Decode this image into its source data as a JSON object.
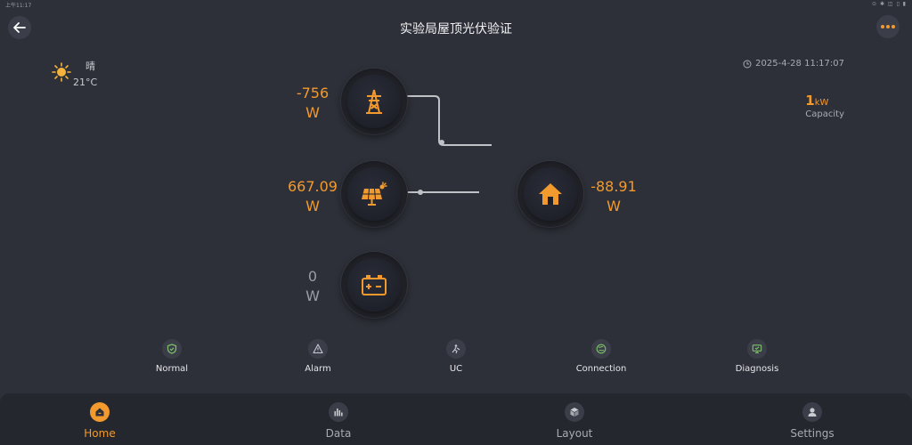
{
  "status_bar": {
    "time": "上午11:17",
    "icons": "⊙ ✱ ◫ ▯ ▮"
  },
  "header": {
    "title": "实验局屋顶光伏验证"
  },
  "weather": {
    "condition": "晴",
    "temperature": "21°C",
    "icon": "sun-icon"
  },
  "datetime": "2025-4-28 11:17:07",
  "capacity": {
    "value": "1",
    "unit": "kW",
    "label": "Capacity"
  },
  "nodes": {
    "grid": {
      "value": "-756",
      "unit": "W",
      "icon": "power-tower-icon"
    },
    "solar": {
      "value": "667.09",
      "unit": "W",
      "icon": "solar-panel-icon"
    },
    "battery": {
      "value": "0",
      "unit": "W",
      "icon": "battery-icon"
    },
    "home": {
      "value": "-88.91",
      "unit": "W",
      "icon": "house-icon"
    }
  },
  "status_tiles": [
    {
      "label": "Normal",
      "icon": "shield-check-icon"
    },
    {
      "label": "Alarm",
      "icon": "warning-icon"
    },
    {
      "label": "UC",
      "icon": "uc-icon"
    },
    {
      "label": "Connection",
      "icon": "globe-icon"
    },
    {
      "label": "Diagnosis",
      "icon": "monitor-check-icon"
    }
  ],
  "nav": [
    {
      "label": "Home",
      "icon": "home-icon",
      "active": true
    },
    {
      "label": "Data",
      "icon": "bar-chart-icon"
    },
    {
      "label": "Layout",
      "icon": "cube-icon"
    },
    {
      "label": "Settings",
      "icon": "user-icon"
    }
  ],
  "colors": {
    "background": "#2e3039",
    "accent": "#f29a2e",
    "nav_background": "#25272e",
    "connection_line": "#bfc1c7"
  }
}
